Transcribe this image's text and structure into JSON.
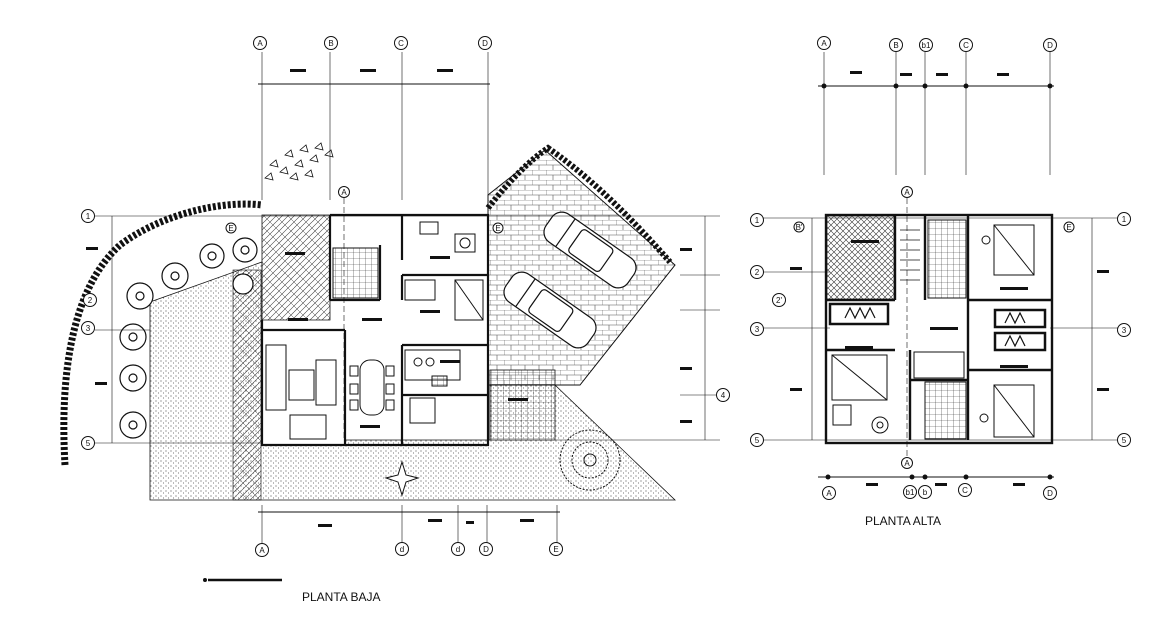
{
  "ground_floor": {
    "title": "PLANTA BAJA",
    "top_axis_labels": [
      "A",
      "B",
      "C",
      "D"
    ],
    "bottom_axis_labels": [
      "A",
      "d",
      "D",
      "E"
    ],
    "left_axis_labels": [
      "1",
      "2",
      "3",
      "5"
    ],
    "right_axis_labels": [
      "4"
    ],
    "plan_markers": [
      "A",
      "E",
      "E"
    ]
  },
  "upper_floor": {
    "title": "PLANTA ALTA",
    "top_axis_labels": [
      "A",
      "B",
      "b1",
      "C",
      "D"
    ],
    "bottom_axis_labels": [
      "A",
      "b1",
      "b",
      "C",
      "D"
    ],
    "left_axis_labels": [
      "1",
      "2",
      "2'",
      "3",
      "5"
    ],
    "right_axis_labels": [
      "1",
      "3",
      "5"
    ],
    "plan_markers": [
      "A",
      "B'",
      "E"
    ]
  },
  "colors": {
    "line": "#111111",
    "background": "#ffffff"
  }
}
